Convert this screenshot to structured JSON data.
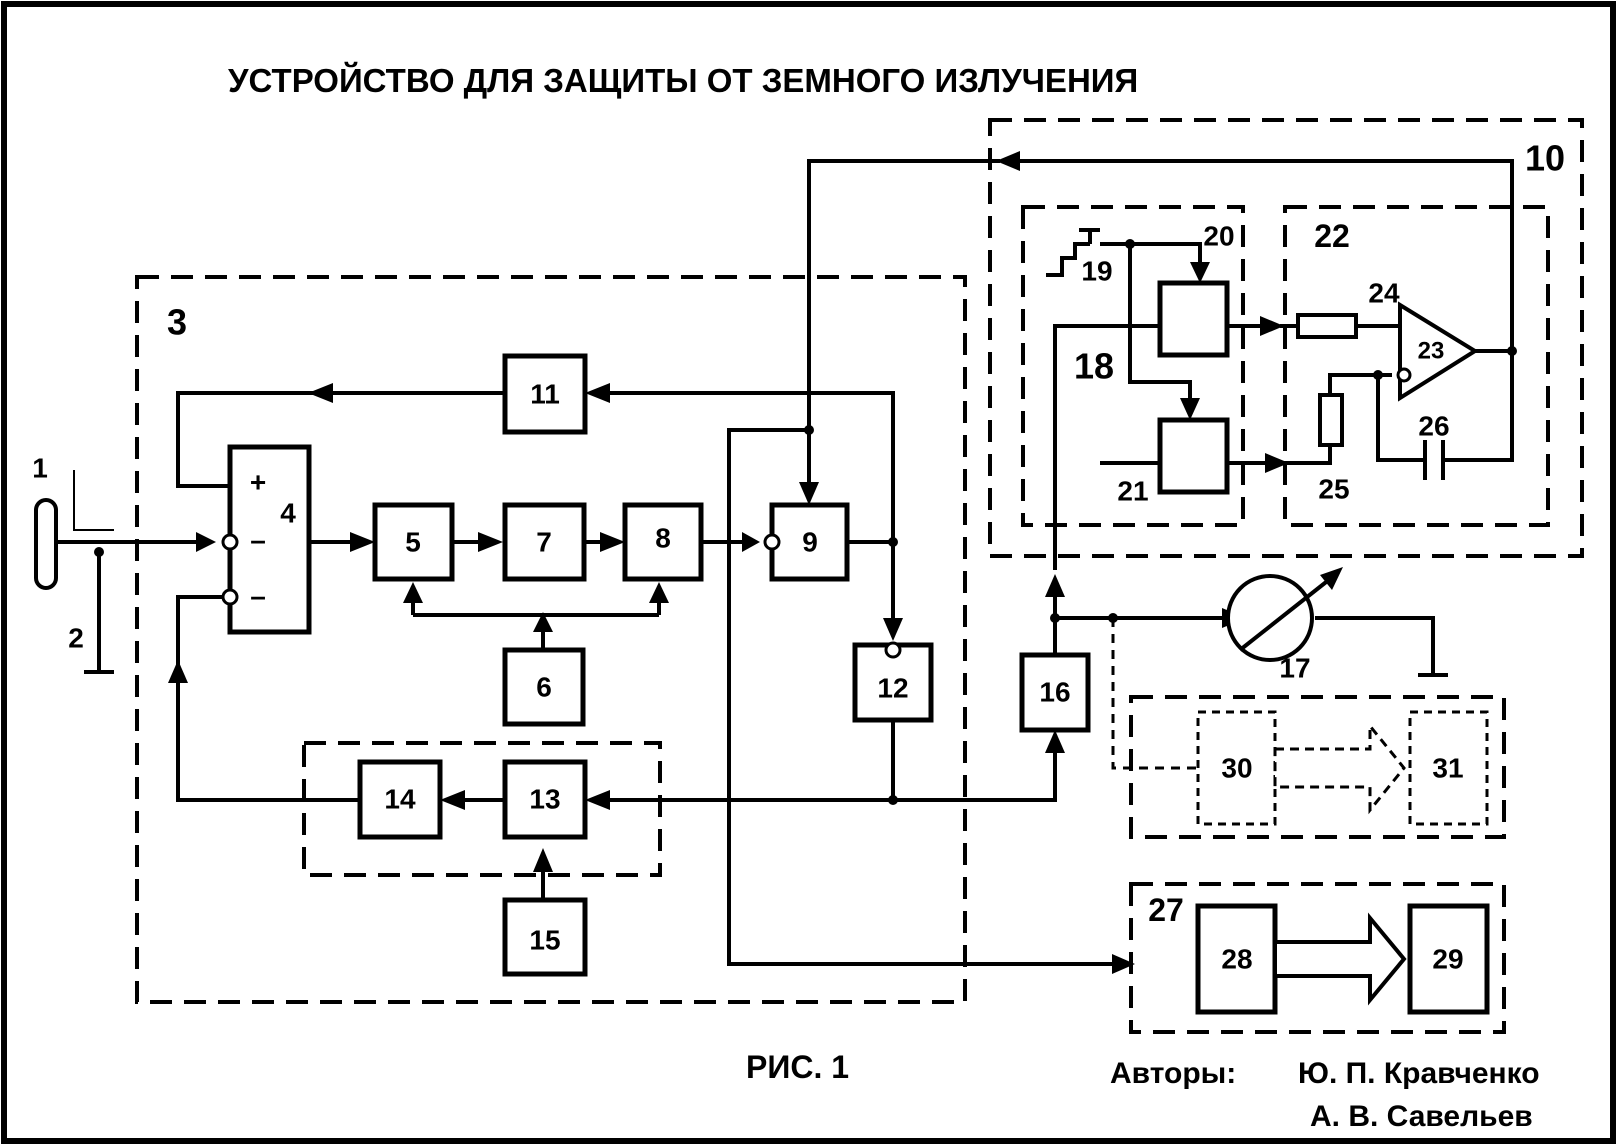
{
  "title": "УСТРОЙСТВО ДЛЯ ЗАЩИТЫ ОТ ЗЕМНОГО ИЗЛУЧЕНИЯ",
  "caption": "РИС. 1",
  "authors": {
    "label": "Авторы:",
    "names": [
      "Ю. П. Кравченко",
      "А. В. Савельев"
    ]
  },
  "labels": {
    "n1": "1",
    "n2": "2",
    "n3": "3",
    "n4": "4",
    "n5": "5",
    "n6": "6",
    "n7": "7",
    "n8": "8",
    "n9": "9",
    "n10": "10",
    "n11": "11",
    "n12": "12",
    "n13": "13",
    "n14": "14",
    "n15": "15",
    "n16": "16",
    "n17": "17",
    "n18": "18",
    "n19": "19",
    "n20": "20",
    "n21": "21",
    "n22": "22",
    "n23": "23",
    "n24": "24",
    "n25": "25",
    "n26": "26",
    "n27": "27",
    "n28": "28",
    "n29": "29",
    "n30": "30",
    "n31": "31"
  },
  "signs": {
    "plus": "+",
    "minus1": "–",
    "minus2": "–"
  }
}
